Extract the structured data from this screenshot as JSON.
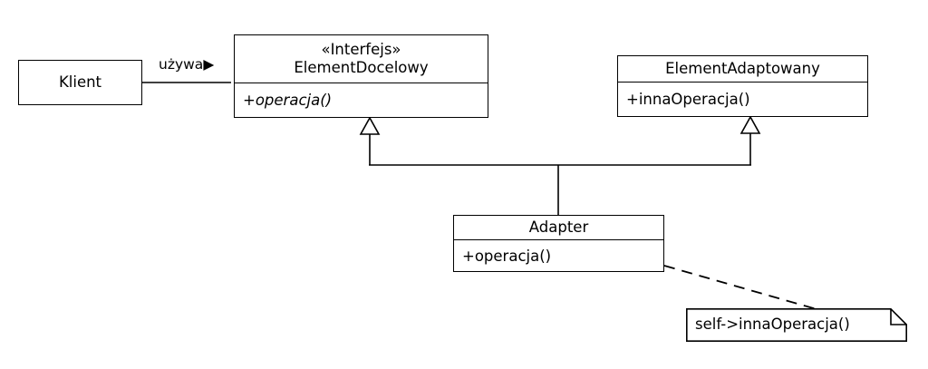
{
  "diagram": {
    "title": "Adapter pattern UML class diagram",
    "stroke_color": "#000000",
    "fill_color": "#ffffff"
  },
  "classes": {
    "klient": {
      "name": "Klient"
    },
    "element_docelowy": {
      "stereotype": "«Interfejs»",
      "name": "ElementDocelowy",
      "operations": [
        "+operacja()"
      ]
    },
    "element_adaptowany": {
      "name": "ElementAdaptowany",
      "operations": [
        "+innaOperacja()"
      ]
    },
    "adapter": {
      "name": "Adapter",
      "operations": [
        "+operacja()"
      ]
    }
  },
  "relationships": {
    "uses": {
      "label": "używa",
      "arrow_glyph": "▶",
      "kind": "association"
    },
    "realization_target": {
      "kind": "generalization"
    },
    "realization_adaptee": {
      "kind": "generalization"
    },
    "note_anchor": {
      "kind": "dashed-link"
    }
  },
  "note": {
    "text": "self->innaOperacja()"
  }
}
